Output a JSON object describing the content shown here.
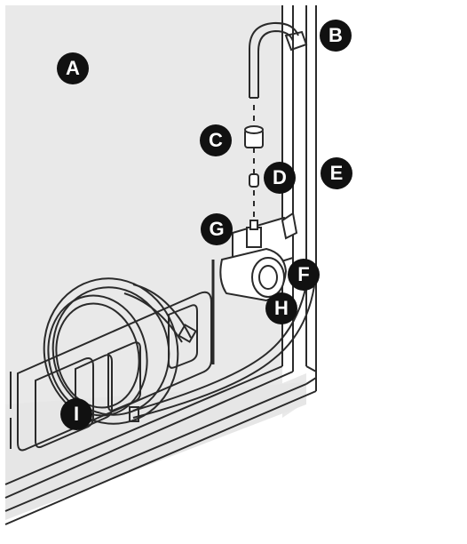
{
  "diagram": {
    "callouts": [
      {
        "id": "A",
        "label": "A"
      },
      {
        "id": "B",
        "label": "B"
      },
      {
        "id": "C",
        "label": "C"
      },
      {
        "id": "D",
        "label": "D"
      },
      {
        "id": "E",
        "label": "E"
      },
      {
        "id": "F",
        "label": "F"
      },
      {
        "id": "G",
        "label": "G"
      },
      {
        "id": "H",
        "label": "H"
      },
      {
        "id": "I",
        "label": "I"
      }
    ],
    "colors": {
      "panel_fill": "#e9e9e9",
      "line": "#2a2a2a",
      "callout_fill": "#111111",
      "callout_text": "#ffffff"
    }
  }
}
